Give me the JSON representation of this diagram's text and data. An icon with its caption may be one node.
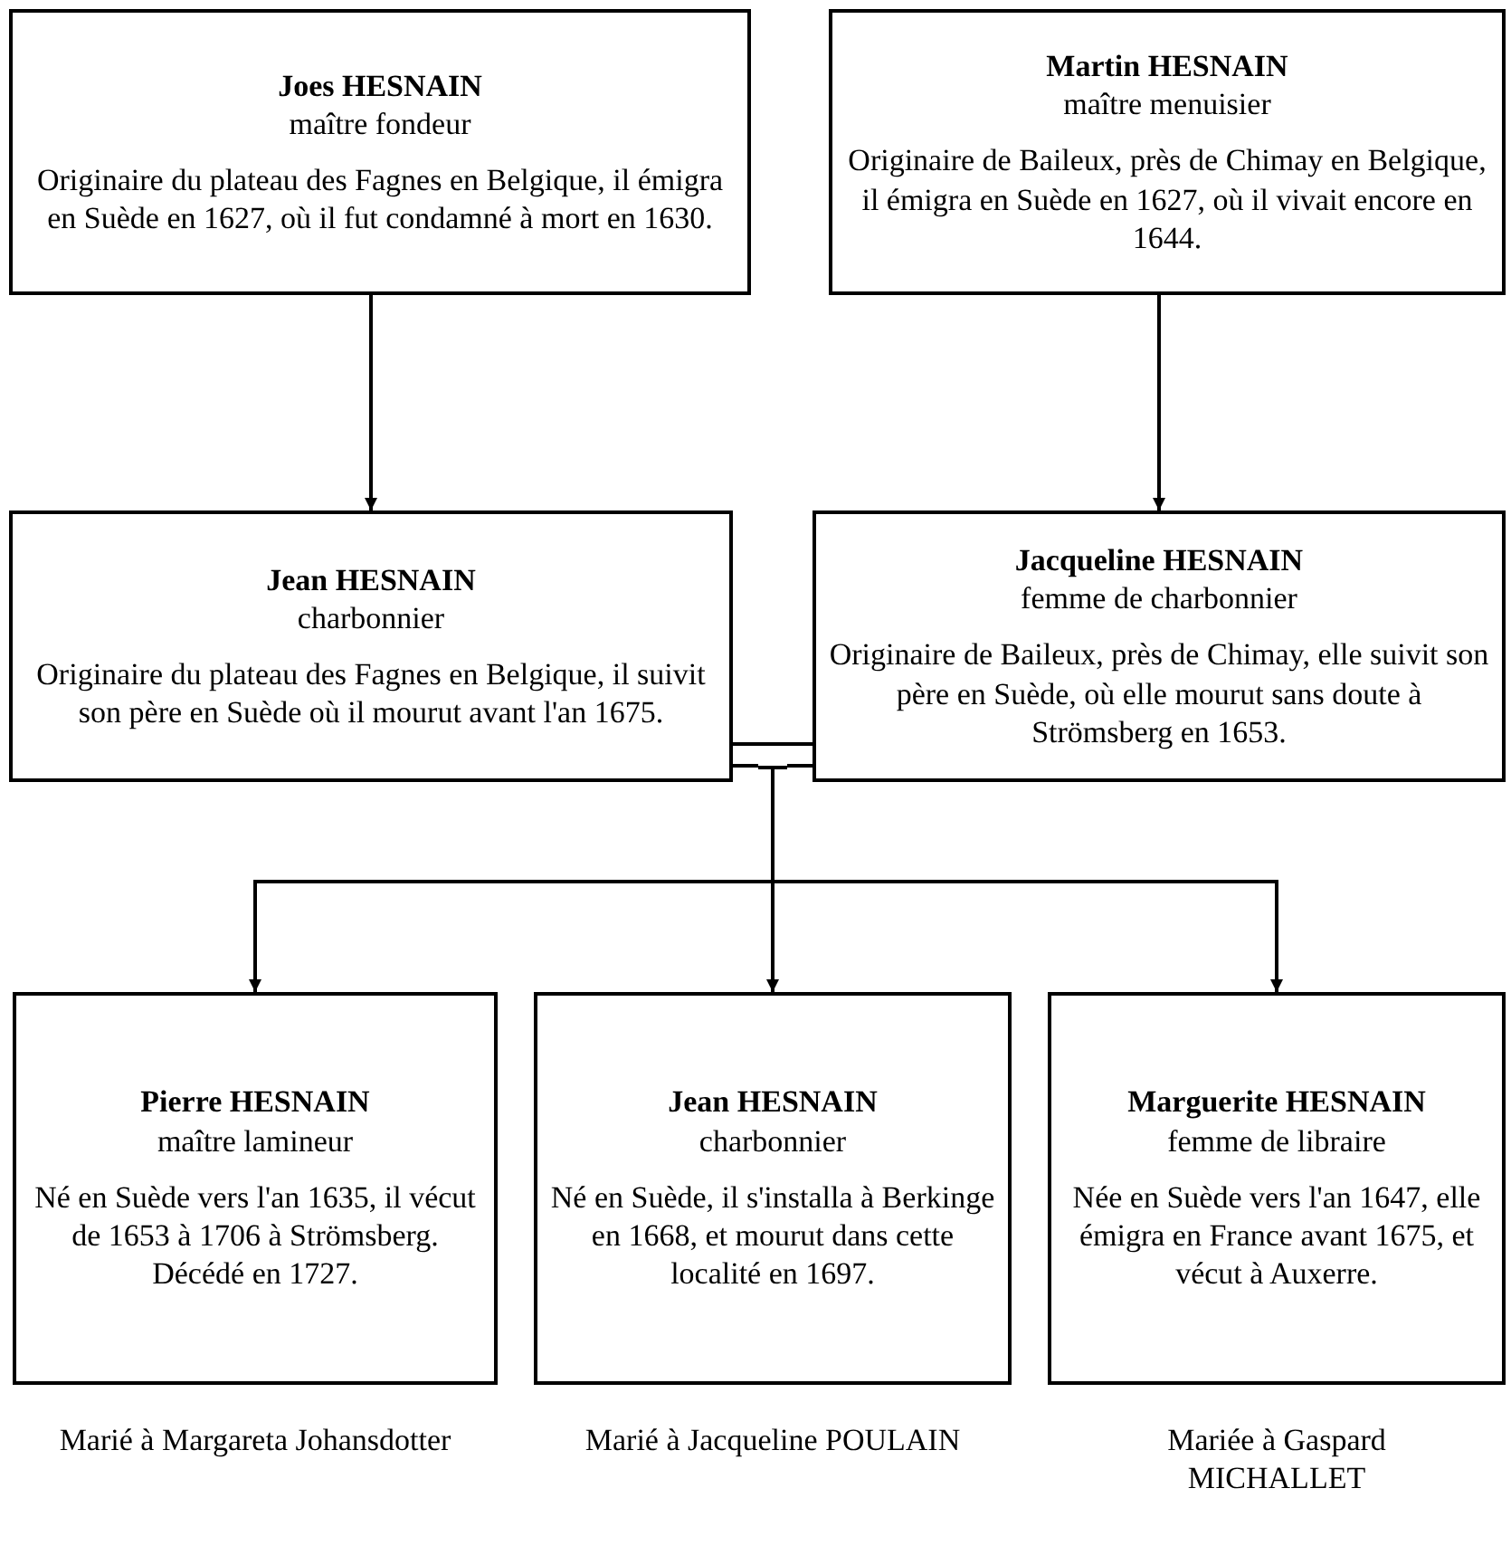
{
  "diagram": {
    "nodes": [
      {
        "text": [
          "Joes HESNAIN",
          "maître fondeur",
          "Originaire du plateau des Fagnes en Belgique, il émigra en Suède en 1627, où il fut condamné à mort en 1630."
        ]
      },
      {
        "text": [
          "Martin HESNAIN",
          "maître menuisier",
          "Originaire de Baileux, près de Chimay en Belgique, il émigra en Suède en 1627, où il vivait encore en 1644."
        ]
      },
      {
        "text": [
          "Jean HESNAIN",
          "charbonnier",
          "Originaire du plateau des Fagnes en Belgique, il suivit son père en Suède où il mourut avant l'an 1675."
        ]
      },
      {
        "text": [
          "Jacqueline HESNAIN",
          "femme de charbonnier",
          "Originaire de Baileux, près de Chimay, elle suivit son père en Suède, où elle mourut sans doute à Strömsberg en 1653."
        ]
      },
      {
        "text": [],
        "shape": "bar"
      },
      {
        "text": [
          "Pierre HESNAIN",
          "maître lamineur",
          "Né en Suède vers l'an 1635, il vécut de 1653 à 1706 à Strömsberg. Décédé en 1727."
        ],
        "beside": [
          "Marié à Margareta Johansdotter"
        ]
      },
      {
        "text": [
          "Jean HESNAIN",
          "charbonnier",
          "Né en Suède, il s'installa à Berkinge en 1668, et mourut dans cette localité en 1697."
        ],
        "beside": [
          "Marié à Jacqueline POULAIN"
        ]
      },
      {
        "text": [
          "Marguerite HESNAIN",
          "femme de libraire",
          "Née en Suède vers l'an 1647, elle émigra en France avant 1675, et vécut à Auxerre."
        ],
        "beside": [
          "Mariée à Gaspard MICHALLET"
        ]
      }
    ],
    "edges": [
      {
        "from": 0,
        "to": 2,
        "arrow": "to"
      },
      {
        "from": 1,
        "to": 3,
        "arrow": "to"
      },
      {
        "from": 2,
        "to": 4,
        "arrow": "none"
      },
      {
        "from": 4,
        "to": 3,
        "arrow": "none"
      },
      {
        "from": 4,
        "to": 5,
        "arrow": "to"
      },
      {
        "from": 4,
        "to": 6,
        "arrow": "to"
      },
      {
        "from": 4,
        "to": 7,
        "arrow": "to"
      }
    ]
  }
}
